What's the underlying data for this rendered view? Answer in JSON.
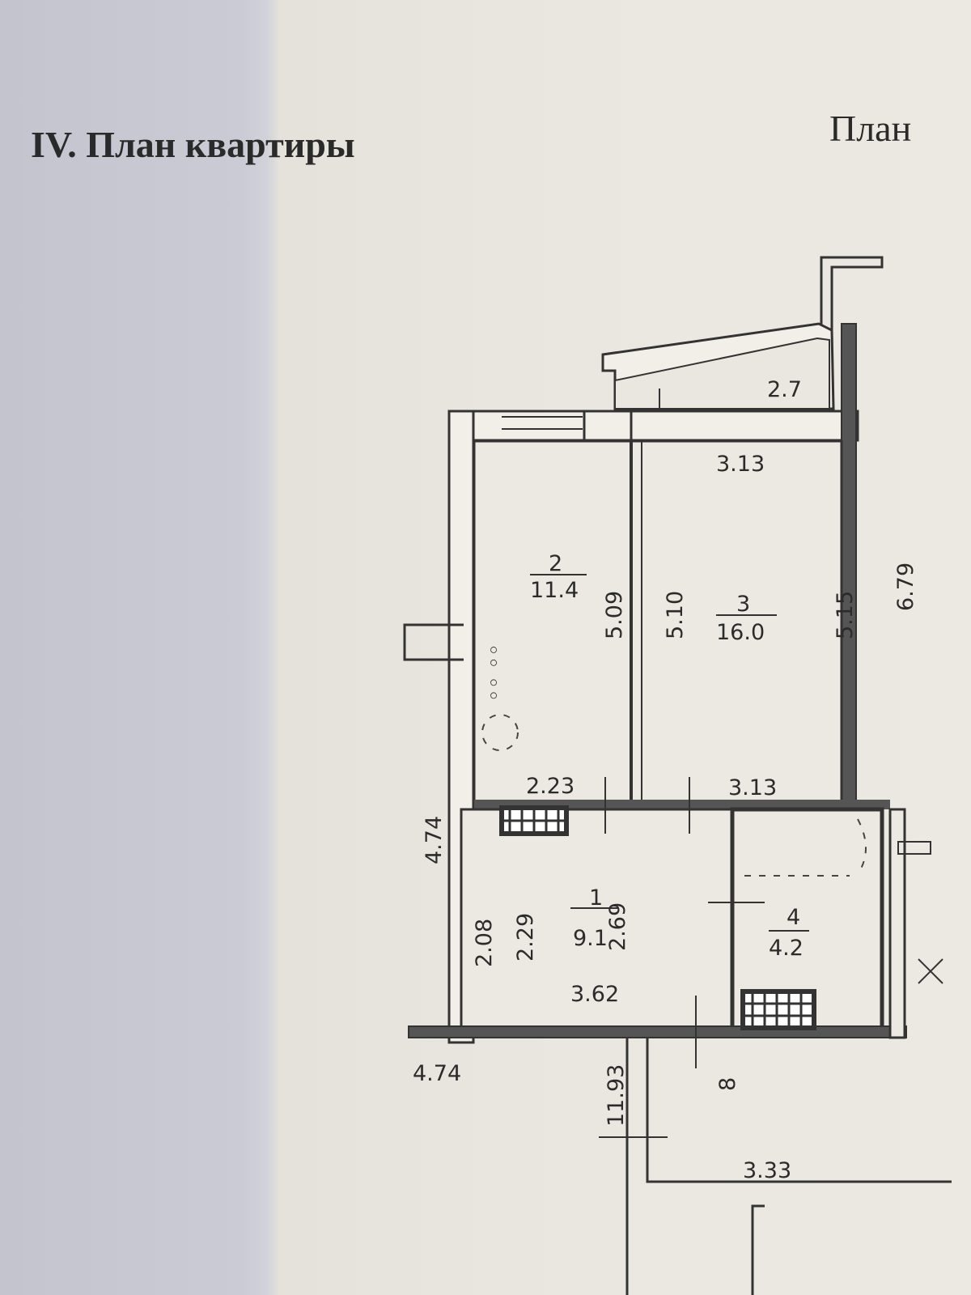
{
  "document": {
    "section_title": "IV. План квартиры",
    "right_heading": "План"
  },
  "rooms": [
    {
      "number": "1",
      "area": "9.1"
    },
    {
      "number": "2",
      "area": "11.4"
    },
    {
      "number": "3",
      "area": "16.0"
    },
    {
      "number": "4",
      "area": "4.2"
    }
  ],
  "balcony": {
    "area": "2.7"
  },
  "dimensions": {
    "room3_top": "3.13",
    "room2_right": "5.09",
    "room3_left": "5.10",
    "room3_right": "5.15",
    "outer_right": "6.79",
    "room2_bottom": "2.23",
    "room3_bottom": "3.13",
    "outer_left": "4.74",
    "room1_left_outer": "2.08",
    "room1_left": "2.29",
    "room1_right": "2.69",
    "room1_bottom": "3.62",
    "outer_bottom": "4.74",
    "corridor_side": "11.93",
    "corridor_bottom": "3.33",
    "corridor_label": "8"
  }
}
